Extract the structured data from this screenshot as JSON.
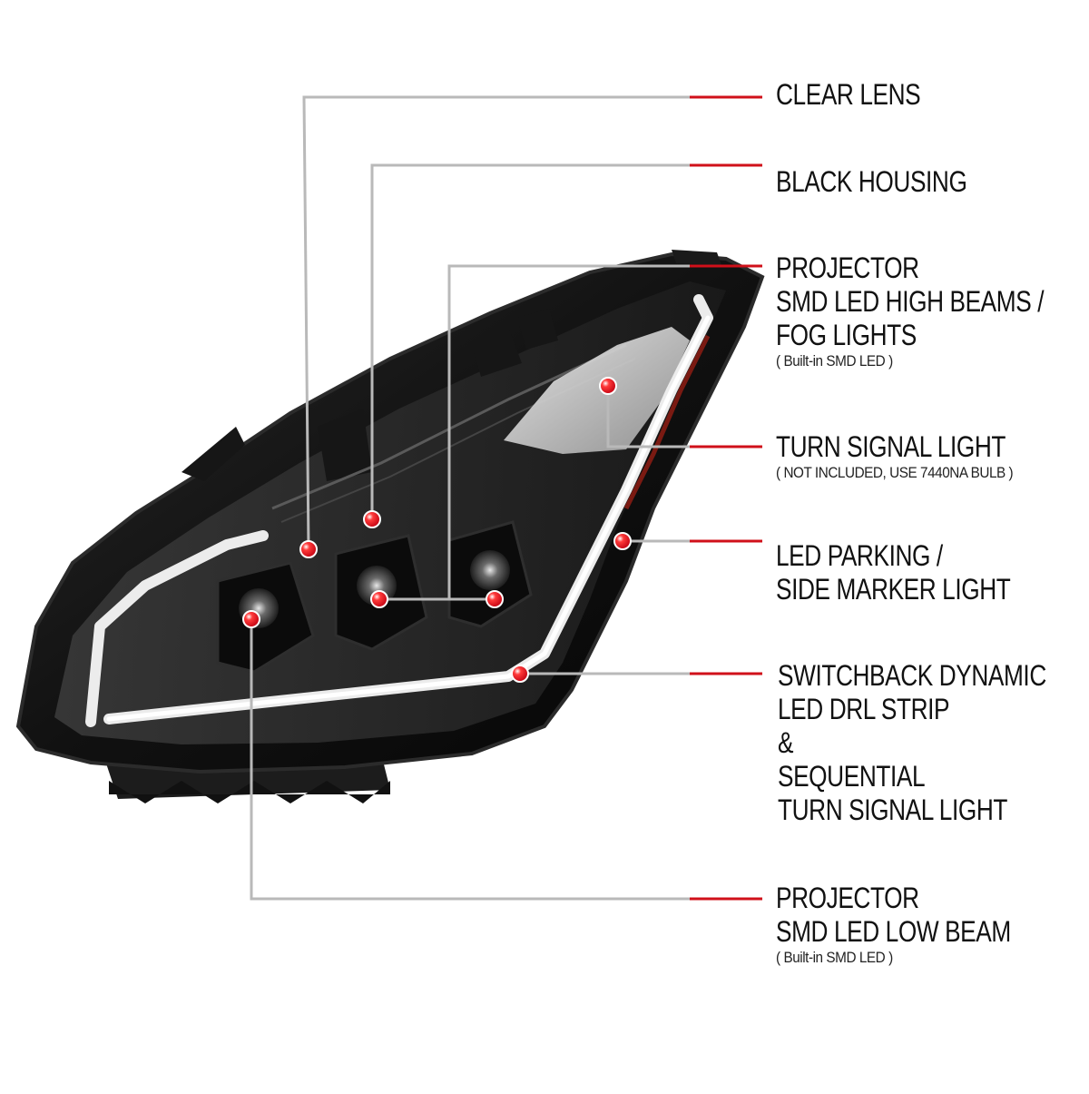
{
  "colors": {
    "accent": "#d0101a",
    "leader": "#b9b9b9",
    "housing": "#141414",
    "drl": "#f2f2f2"
  },
  "callouts": [
    {
      "id": "clear-lens",
      "lines": [
        "CLEAR LENS"
      ],
      "sub": ""
    },
    {
      "id": "black-housing",
      "lines": [
        "BLACK HOUSING"
      ],
      "sub": ""
    },
    {
      "id": "projector-high",
      "lines": [
        "PROJECTOR",
        "SMD LED HIGH BEAMS /",
        "FOG LIGHTS"
      ],
      "sub": "( Built-in SMD LED )"
    },
    {
      "id": "turn-signal",
      "lines": [
        "TURN SIGNAL LIGHT"
      ],
      "sub": "( NOT INCLUDED, USE  7440NA  BULB )"
    },
    {
      "id": "parking",
      "lines": [
        "LED PARKING /",
        "SIDE MARKER LIGHT"
      ],
      "sub": ""
    },
    {
      "id": "drl",
      "lines": [
        "SWITCHBACK DYNAMIC",
        "LED DRL STRIP",
        "&",
        "SEQUENTIAL",
        "TURN SIGNAL LIGHT"
      ],
      "sub": ""
    },
    {
      "id": "projector-low",
      "lines": [
        "PROJECTOR",
        "SMD LED LOW BEAM"
      ],
      "sub": "( Built-in SMD LED )"
    }
  ],
  "icons": {
    "marker": "red-dot-marker-icon"
  }
}
